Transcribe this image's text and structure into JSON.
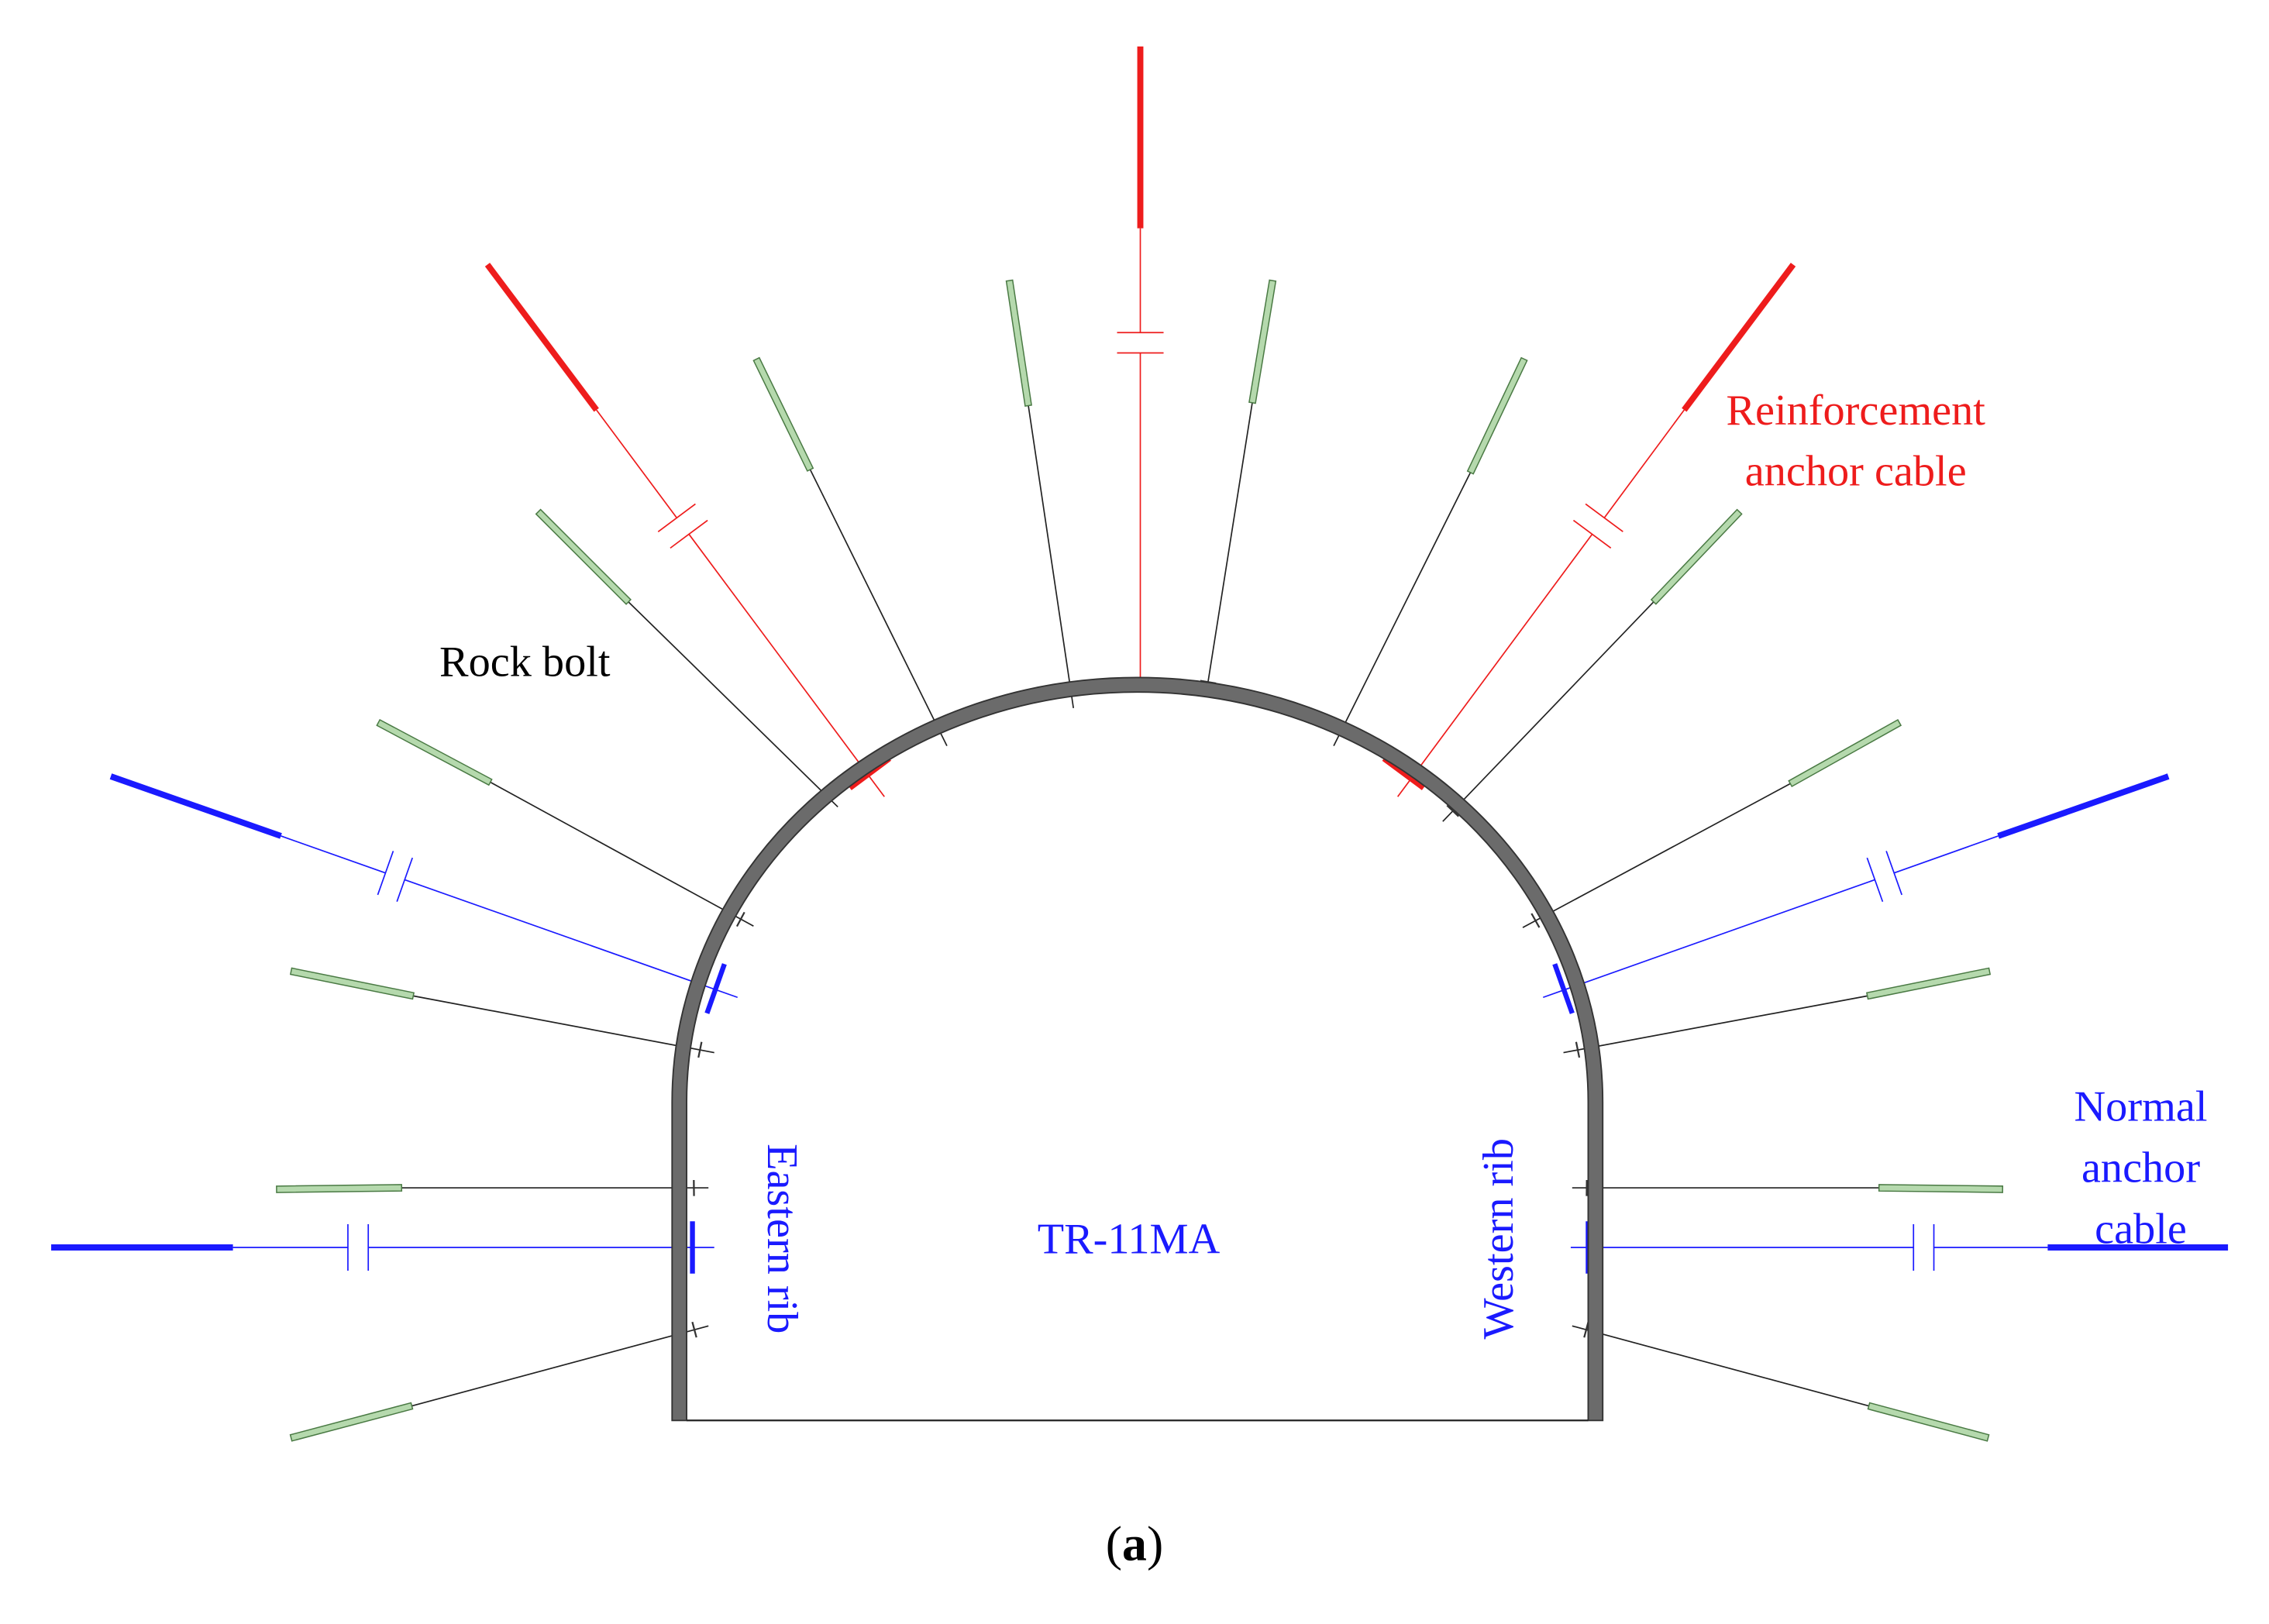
{
  "labels": {
    "rock_bolt": "Rock bolt",
    "reinforcement_line1": "Reinforcement",
    "reinforcement_line2": "anchor cable",
    "normal_line1": "Normal",
    "normal_line2": "anchor",
    "normal_line3": "cable",
    "eastern_rib": "Eastern rib",
    "western_rib": "Western rib",
    "roadway_name": "TR-11MA",
    "caption_open": "(",
    "caption_letter": "a",
    "caption_close": ")"
  },
  "colors": {
    "reinforcement_cable": "#ee1c1c",
    "normal_cable": "#1a1aff",
    "rock_bolt_fill": "#b5d9ad",
    "rock_bolt_stroke": "#4a7a44",
    "lining": "#6b6b6b",
    "lining_edge": "#333333",
    "bolt_line": "#222222",
    "text_black": "#000000",
    "text_red": "#ee1c1c",
    "text_blue": "#1a1aff"
  }
}
